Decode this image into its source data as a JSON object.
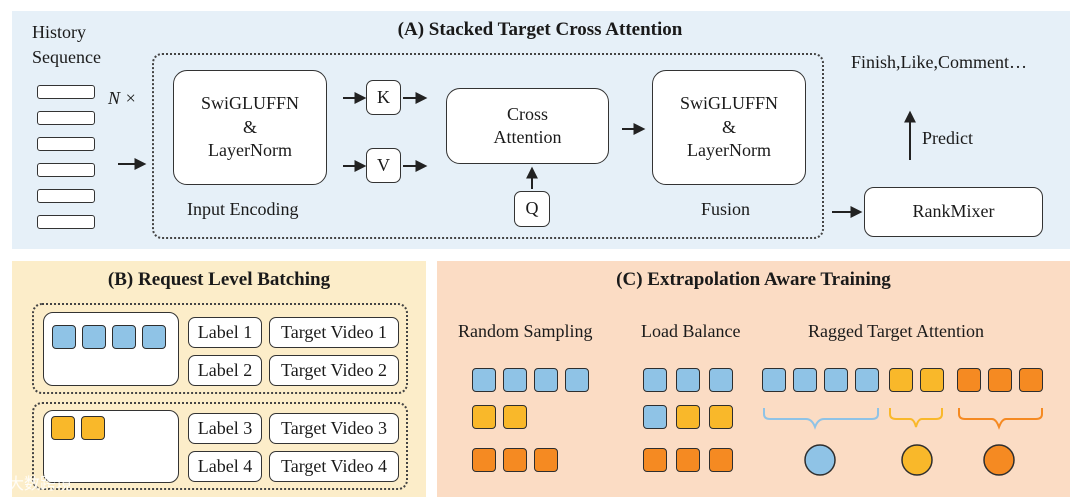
{
  "panel_a": {
    "title": "(A) Stacked Target Cross Attention",
    "history_line1": "History",
    "history_line2": "Sequence",
    "n_times": "N ×",
    "swiglu_line1": "SwiGLUFFN",
    "swiglu_line2": "&",
    "swiglu_line3": "LayerNorm",
    "k_label": "K",
    "v_label": "V",
    "q_label": "Q",
    "cross_line1": "Cross",
    "cross_line2": "Attention",
    "input_encoding": "Input Encoding",
    "fusion": "Fusion",
    "outputs": "Finish,Like,Comment…",
    "predict": "Predict",
    "rankmixer": "RankMixer"
  },
  "panel_b": {
    "title": "(B) Request Level Batching",
    "labels": [
      "Label 1",
      "Label 2",
      "Label 3",
      "Label 4"
    ],
    "targets": [
      "Target Video 1",
      "Target Video 2",
      "Target Video 3",
      "Target Video 4"
    ]
  },
  "panel_c": {
    "title": "(C) Extrapolation Aware Training",
    "random_sampling": "Random Sampling",
    "load_balance": "Load Balance",
    "ragged": "Ragged Target Attention"
  },
  "colors": {
    "blue": "#8fc3e6",
    "yellow": "#f9b82a",
    "orange": "#f58a22",
    "panel_a_bg": "#e6f0f8",
    "panel_b_bg": "#fcedc9",
    "panel_c_bg": "#fbdcc4"
  },
  "watermark": "大数跨境"
}
